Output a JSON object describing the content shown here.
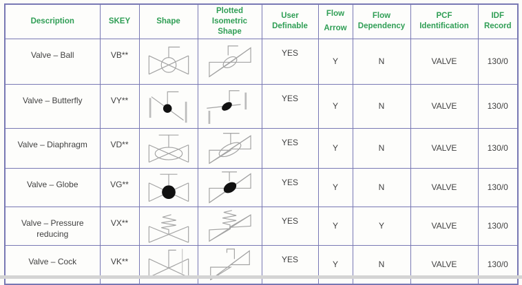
{
  "page": {
    "background": "#fcfcf9"
  },
  "colors": {
    "header_text": "#2f9e55",
    "table_border": "#7777b3",
    "symbol_stroke": "#a3a3a3",
    "symbol_fill": "#111111",
    "body_text": "#3f3f3f"
  },
  "table": {
    "headers": [
      {
        "id": "description",
        "label": "Description"
      },
      {
        "id": "skey",
        "label": "SKEY"
      },
      {
        "id": "shape",
        "label": "Shape"
      },
      {
        "id": "plotted-isometric-shape",
        "label": "Plotted\nIsometric\nShape"
      },
      {
        "id": "user-definable",
        "label": "User\nDefinable"
      },
      {
        "id": "flow-arrow",
        "label": "Flow\nArrow"
      },
      {
        "id": "flow-dependency",
        "label": "Flow\nDependency"
      },
      {
        "id": "pcf-identification",
        "label": "PCF\nIdentification"
      },
      {
        "id": "idf-record",
        "label": "IDF\nRecord"
      }
    ],
    "rows": [
      {
        "description": "Valve – Ball",
        "skey": "VB**",
        "shape_icon": "ball-valve-symbol",
        "iso_icon": "ball-valve-iso-symbol",
        "user_definable": "YES",
        "flow_arrow": "Y",
        "flow_dependency": "N",
        "pcf_identification": "VALVE",
        "idf_record": "130/0"
      },
      {
        "description": "Valve – Butterfly",
        "skey": "VY**",
        "shape_icon": "butterfly-valve-symbol",
        "iso_icon": "butterfly-valve-iso-symbol",
        "user_definable": "YES",
        "flow_arrow": "Y",
        "flow_dependency": "N",
        "pcf_identification": "VALVE",
        "idf_record": "130/0"
      },
      {
        "description": "Valve – Diaphragm",
        "skey": "VD**",
        "shape_icon": "diaphragm-valve-symbol",
        "iso_icon": "diaphragm-valve-iso-symbol",
        "user_definable": "YES",
        "flow_arrow": "Y",
        "flow_dependency": "N",
        "pcf_identification": "VALVE",
        "idf_record": "130/0"
      },
      {
        "description": "Valve – Globe",
        "skey": "VG**",
        "shape_icon": "globe-valve-symbol",
        "iso_icon": "globe-valve-iso-symbol",
        "user_definable": "YES",
        "flow_arrow": "Y",
        "flow_dependency": "N",
        "pcf_identification": "VALVE",
        "idf_record": "130/0"
      },
      {
        "description": "Valve – Pressure reducing",
        "skey": "VX**",
        "shape_icon": "pressure-reducing-valve-symbol",
        "iso_icon": "pressure-reducing-valve-iso-symbol",
        "user_definable": "YES",
        "flow_arrow": "Y",
        "flow_dependency": "Y",
        "pcf_identification": "VALVE",
        "idf_record": "130/0"
      },
      {
        "description": "Valve – Cock",
        "skey": "VK**",
        "shape_icon": "cock-valve-symbol",
        "iso_icon": "cock-valve-iso-symbol",
        "user_definable": "YES",
        "flow_arrow": "Y",
        "flow_dependency": "N",
        "pcf_identification": "VALVE",
        "idf_record": "130/0"
      }
    ]
  }
}
